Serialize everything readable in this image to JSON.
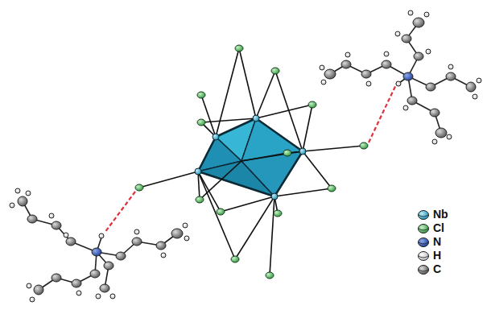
{
  "diagram": {
    "legend": [
      {
        "text": "Nb"
      },
      {
        "text": "Cl"
      },
      {
        "text": "N"
      },
      {
        "text": "H"
      },
      {
        "text": "C"
      }
    ]
  }
}
